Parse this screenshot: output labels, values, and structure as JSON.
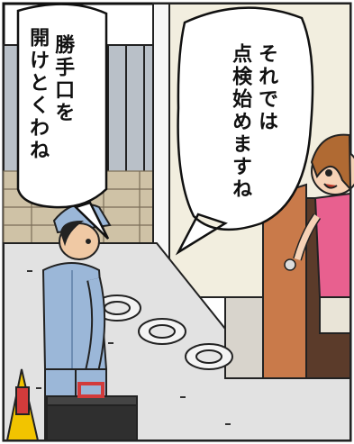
{
  "panel": {
    "speech_left": {
      "column_1": "勝手口を",
      "column_2": "開けとくわね"
    },
    "speech_right": {
      "column_1": "それでは",
      "column_2": "点検始めますね"
    }
  },
  "colors": {
    "sky": "#ffffff",
    "wall": "#f2eedf",
    "ground": "#dcdcdc",
    "uniform": "#9bb7d8",
    "door": "#c97a4a",
    "woman_top": "#e8608f",
    "outline": "#111111"
  }
}
